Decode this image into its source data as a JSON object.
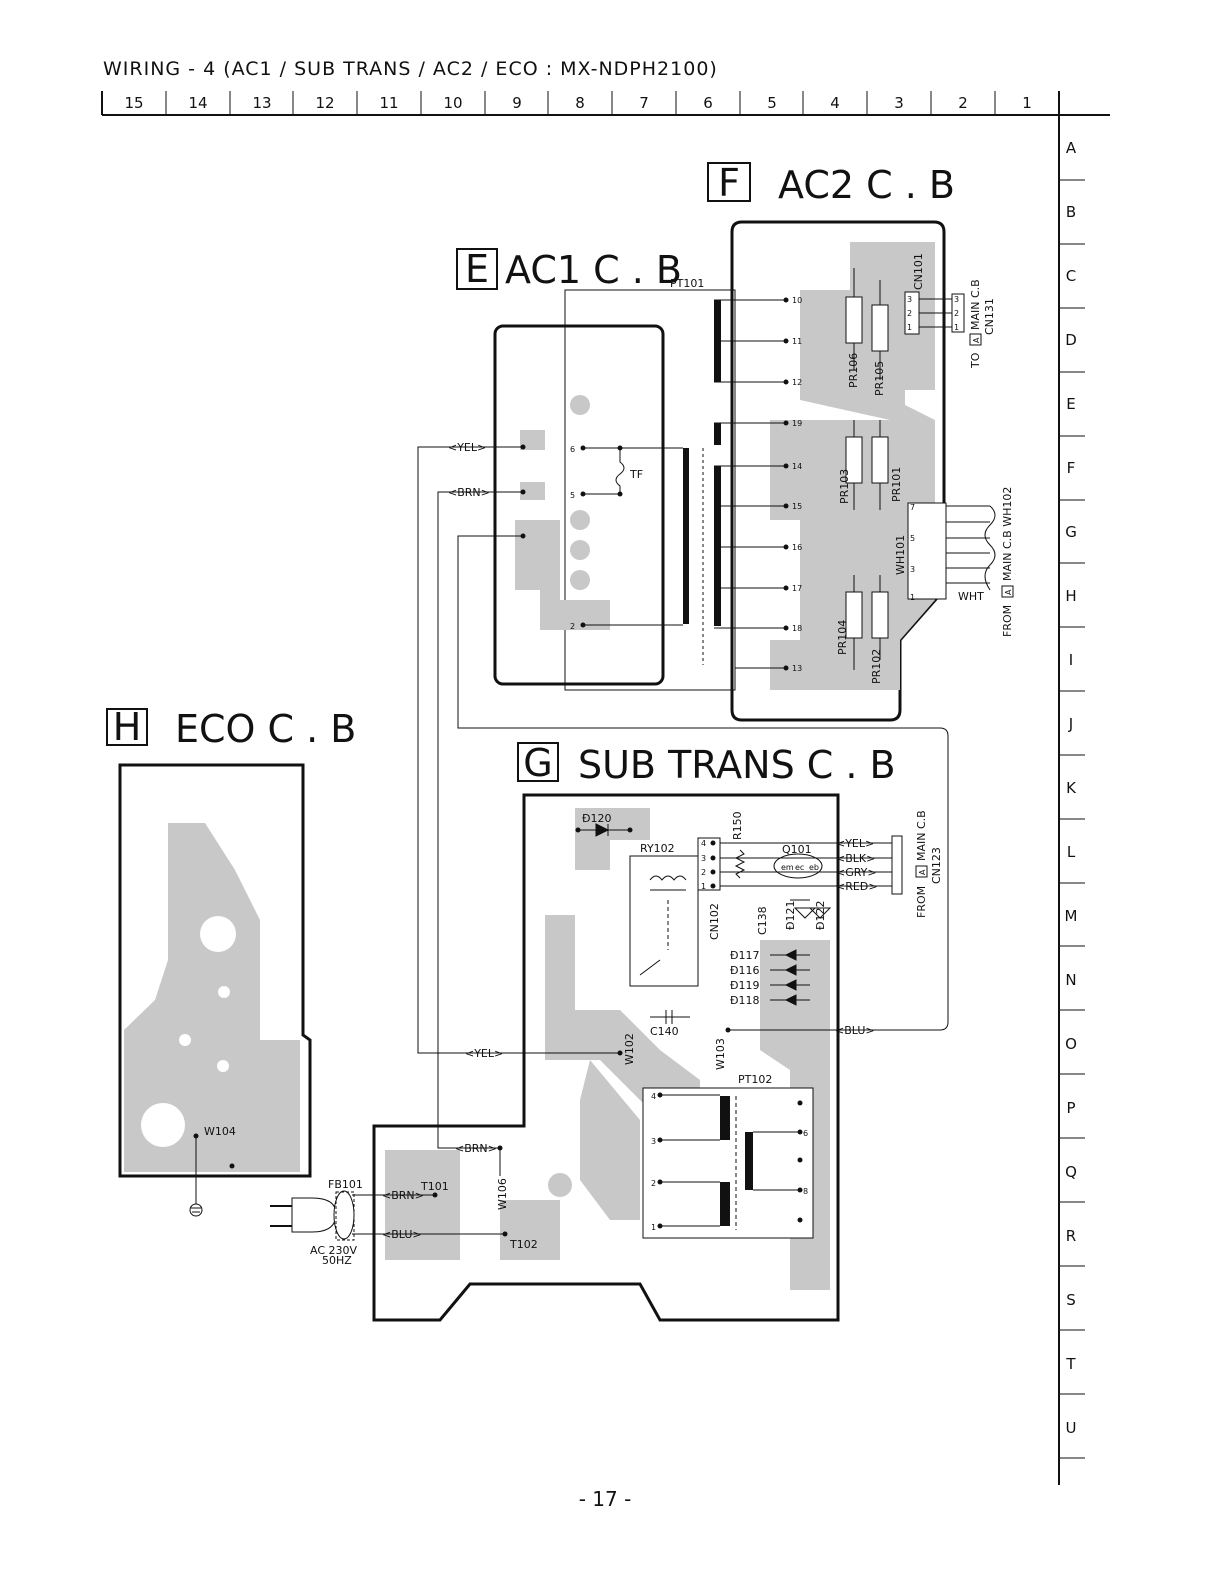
{
  "page": {
    "title": "WIRING  -  4 (AC1 / SUB TRANS / AC2 / ECO : MX-NDPH2100)",
    "page_number": "- 17 -"
  },
  "grid": {
    "columns": [
      "15",
      "14",
      "13",
      "12",
      "11",
      "10",
      "9",
      "8",
      "7",
      "6",
      "5",
      "4",
      "3",
      "2",
      "1"
    ],
    "rows": [
      "A",
      "B",
      "C",
      "D",
      "E",
      "F",
      "G",
      "H",
      "I",
      "J",
      "K",
      "L",
      "M",
      "N",
      "O",
      "P",
      "Q",
      "R",
      "S",
      "T",
      "U"
    ]
  },
  "boards": {
    "ac2": {
      "letter": "F",
      "name": "AC2  C . B"
    },
    "ac1": {
      "letter": "E",
      "name": "AC1 C . B"
    },
    "eco": {
      "letter": "H",
      "name": "ECO  C . B"
    },
    "subtrans": {
      "letter": "G",
      "name": "SUB TRANS  C . B"
    }
  },
  "components": {
    "pt101": "PT101",
    "tf": "TF",
    "cn101": "CN101",
    "pr106": "PR106",
    "pr105": "PR105",
    "pr103": "PR103",
    "pr101": "PR101",
    "pr104": "PR104",
    "pr102": "PR102",
    "wh101": "WH101",
    "d120": "Đ120",
    "ry102": "RY102",
    "r150": "R150",
    "q101": "Q101",
    "q101_pins": [
      "em",
      "ec",
      "eb"
    ],
    "cn102": "CN102",
    "c138": "C138",
    "d121": "Đ121",
    "d122": "Đ122",
    "d117": "Đ117",
    "d116": "Đ116",
    "d119": "Đ119",
    "d118": "Đ118",
    "c140": "C140",
    "w102": "W102",
    "w103": "W103",
    "pt102": "PT102",
    "w104": "W104",
    "fb101": "FB101",
    "t101": "T101",
    "t102": "T102",
    "w106": "W106",
    "ac_rating_1": "AC  230V",
    "ac_rating_2": "50HZ"
  },
  "pt101_pins": [
    "10",
    "11",
    "12",
    "19",
    "14",
    "15",
    "16",
    "17",
    "18",
    "13"
  ],
  "pt101_primary_pins": [
    "6",
    "5",
    "2"
  ],
  "pt102_left_pins": [
    "4",
    "3",
    "2",
    "1"
  ],
  "pt102_right_pins": [
    "6",
    "8"
  ],
  "cn101_pins": [
    "3",
    "2",
    "1"
  ],
  "wh101_pins": [
    "7",
    "5",
    "3",
    "1"
  ],
  "cn102_pins": [
    "4",
    "3",
    "2",
    "1"
  ],
  "wires": {
    "yel": "<YEL>",
    "brn": "<BRN>",
    "blu": "<BLU>",
    "blk": "<BLK>",
    "gry": "<GRY>",
    "red": "<REĐ>",
    "wht": "WHT"
  },
  "notes": {
    "cn131_line1": "TO",
    "cn131_badge": "A",
    "cn131_line2": "MAIN C.B",
    "cn131_line3": "CN131",
    "wh102_line1": "FROM",
    "wh102_badge": "A",
    "wh102_line2": "MAIN C.B WH102",
    "cn123_line1": "FROM",
    "cn123_badge": "A",
    "cn123_line2": "MAIN C.B",
    "cn123_line3": "CN123"
  }
}
